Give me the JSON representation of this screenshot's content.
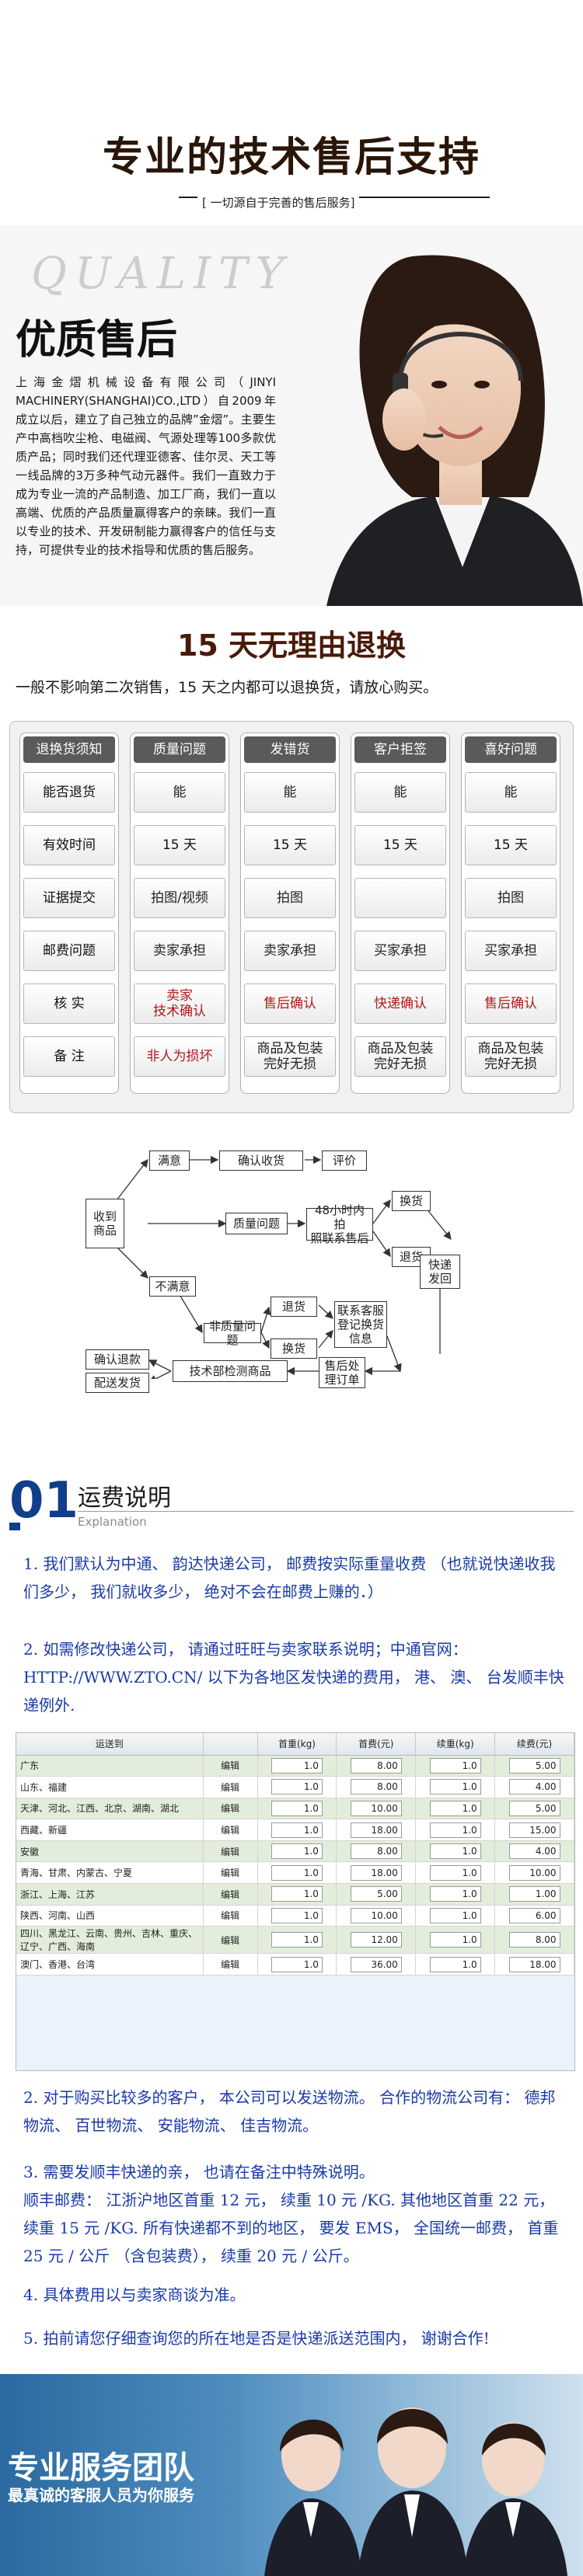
{
  "header": {
    "title": "专业的技术售后支持",
    "subtitle": "[ 一切源自于完善的售后服务]"
  },
  "quality": {
    "word": "QUALITY",
    "heading": "优质售后",
    "body": "上海金熠机械设备有限公司（JINYI MACHINERY(SHANGHAI)CO.,LTD）自2009年成立以后，建立了自己独立的品牌”金熠”。主要生产中高档吹尘枪、电磁阀、气源处理等100多款优质产品；同时我们还代理亚德客、佳尔灵、天工等一线品牌的3万多种气动元器件。我们一直致力于成为专业一流的产品制造、加工厂商，我们一直以高端、优质的产品质量赢得客户的亲睐。我们一直以专业的技术、开发研制能力赢得客户的信任与支持，可提供专业的技术指导和优质的售后服务。"
  },
  "returns": {
    "title": "15 天无理由退换",
    "intro": "一般不影响第二次销售，15 天之内都可以退换货，请放心购买。",
    "columns": [
      {
        "header": "退换货须知",
        "cells": [
          "能否退货",
          "有效时间",
          "证据提交",
          "邮费问题",
          "核 实",
          "备 注"
        ]
      },
      {
        "header": "质量问题",
        "cells": [
          "能",
          "15 天",
          "拍图/视频",
          "卖家承担",
          "卖家\n技术确认",
          "非人为损坏"
        ]
      },
      {
        "header": "发错货",
        "cells": [
          "能",
          "15 天",
          "拍图",
          "卖家承担",
          "售后确认",
          "商品及包装\n完好无损"
        ]
      },
      {
        "header": "客户拒签",
        "cells": [
          "能",
          "15 天",
          "",
          "买家承担",
          "快递确认",
          "商品及包装\n完好无损"
        ]
      },
      {
        "header": "喜好问题",
        "cells": [
          "能",
          "15 天",
          "拍图",
          "买家承担",
          "售后确认",
          "商品及包装\n完好无损"
        ]
      }
    ]
  },
  "flow": {
    "receive": "收到\n商品",
    "satisfied": "满意",
    "confirm": "确认收货",
    "evaluate": "评价",
    "quality_issue": "质量问题",
    "contact48": "48小时内拍\n照联系售后",
    "exchange": "换货",
    "refund": "退货",
    "not_satisfied": "不满意",
    "non_quality": "非质量问题",
    "refund2": "退货",
    "exchange2": "换货",
    "contact_service": "联系客服\n登记换货\n信息",
    "confirm_refund": "确认退款",
    "delivery": "配送发货",
    "tech_check": "技术部检测商品",
    "after_sale": "售后处\n理订单",
    "express_back": "快递\n发回"
  },
  "freight": {
    "number": "01",
    "title": "运费说明",
    "title_en": "Explanation",
    "note1": "1. 我们默认为中通、 韵达快递公司， 邮费按实际重量收费 （也就说快递收我们多少， 我们就收多少， 绝对不会在邮费上赚的．）",
    "note2": "2. 如需修改快递公司， 请通过旺旺与卖家联系说明；中通官网：HTTP://WWW.ZTO.CN/ 以下为各地区发快递的费用， 港、 澳、 台发顺丰快递例外.",
    "note3": "2. 对于购买比较多的客户， 本公司可以发送物流。 合作的物流公司有： 德邦物流、 百世物流、 安能物流、 佳吉物流。",
    "note4": "3. 需要发顺丰快递的亲， 也请在备注中特殊说明。\n顺丰邮费： 江浙沪地区首重 12 元， 续重 10 元 /KG. 其他地区首重 22 元， 续重 15 元 /KG. 所有快递都不到的地区， 要发 EMS， 全国统一邮费， 首重 25 元 / 公斤 （含包装费）， 续重 20 元 / 公斤。",
    "note5": "4. 具体费用以与卖家商谈为准。",
    "note6": "5. 拍前请您仔细查询您的所在地是否是快递派送范围内， 谢谢合作!"
  },
  "rate_table": {
    "headers": [
      "运送到",
      "",
      "首重(kg)",
      "首费(元)",
      "续重(kg)",
      "续费(元)"
    ],
    "edit_label": "编辑",
    "rows": [
      {
        "region": "广东",
        "first_w": "1.0",
        "first_fee": "8.00",
        "add_w": "1.0",
        "add_fee": "5.00"
      },
      {
        "region": "山东、福建",
        "first_w": "1.0",
        "first_fee": "8.00",
        "add_w": "1.0",
        "add_fee": "4.00"
      },
      {
        "region": "天津、河北、江西、北京、湖南、湖北",
        "first_w": "1.0",
        "first_fee": "10.00",
        "add_w": "1.0",
        "add_fee": "5.00"
      },
      {
        "region": "西藏、新疆",
        "first_w": "1.0",
        "first_fee": "18.00",
        "add_w": "1.0",
        "add_fee": "15.00"
      },
      {
        "region": "安徽",
        "first_w": "1.0",
        "first_fee": "8.00",
        "add_w": "1.0",
        "add_fee": "4.00"
      },
      {
        "region": "青海、甘肃、内蒙古、宁夏",
        "first_w": "1.0",
        "first_fee": "18.00",
        "add_w": "1.0",
        "add_fee": "10.00"
      },
      {
        "region": "浙江、上海、江苏",
        "first_w": "1.0",
        "first_fee": "5.00",
        "add_w": "1.0",
        "add_fee": "1.00"
      },
      {
        "region": "陕西、河南、山西",
        "first_w": "1.0",
        "first_fee": "10.00",
        "add_w": "1.0",
        "add_fee": "6.00"
      },
      {
        "region": "四川、黑龙江、云南、贵州、吉林、重庆、辽宁、广西、海南",
        "first_w": "1.0",
        "first_fee": "12.00",
        "add_w": "1.0",
        "add_fee": "8.00"
      },
      {
        "region": "澳门、香港、台湾",
        "first_w": "1.0",
        "first_fee": "36.00",
        "add_w": "1.0",
        "add_fee": "18.00"
      }
    ]
  },
  "banner": {
    "title": "专业服务团队",
    "subtitle": "最真诚的客服人员为你服务"
  },
  "colors": {
    "accent_blue": "#0f3e8a",
    "note_blue": "#1a3aa8",
    "title_brown": "#2a1608",
    "header_gray": "#5a5a5a"
  }
}
